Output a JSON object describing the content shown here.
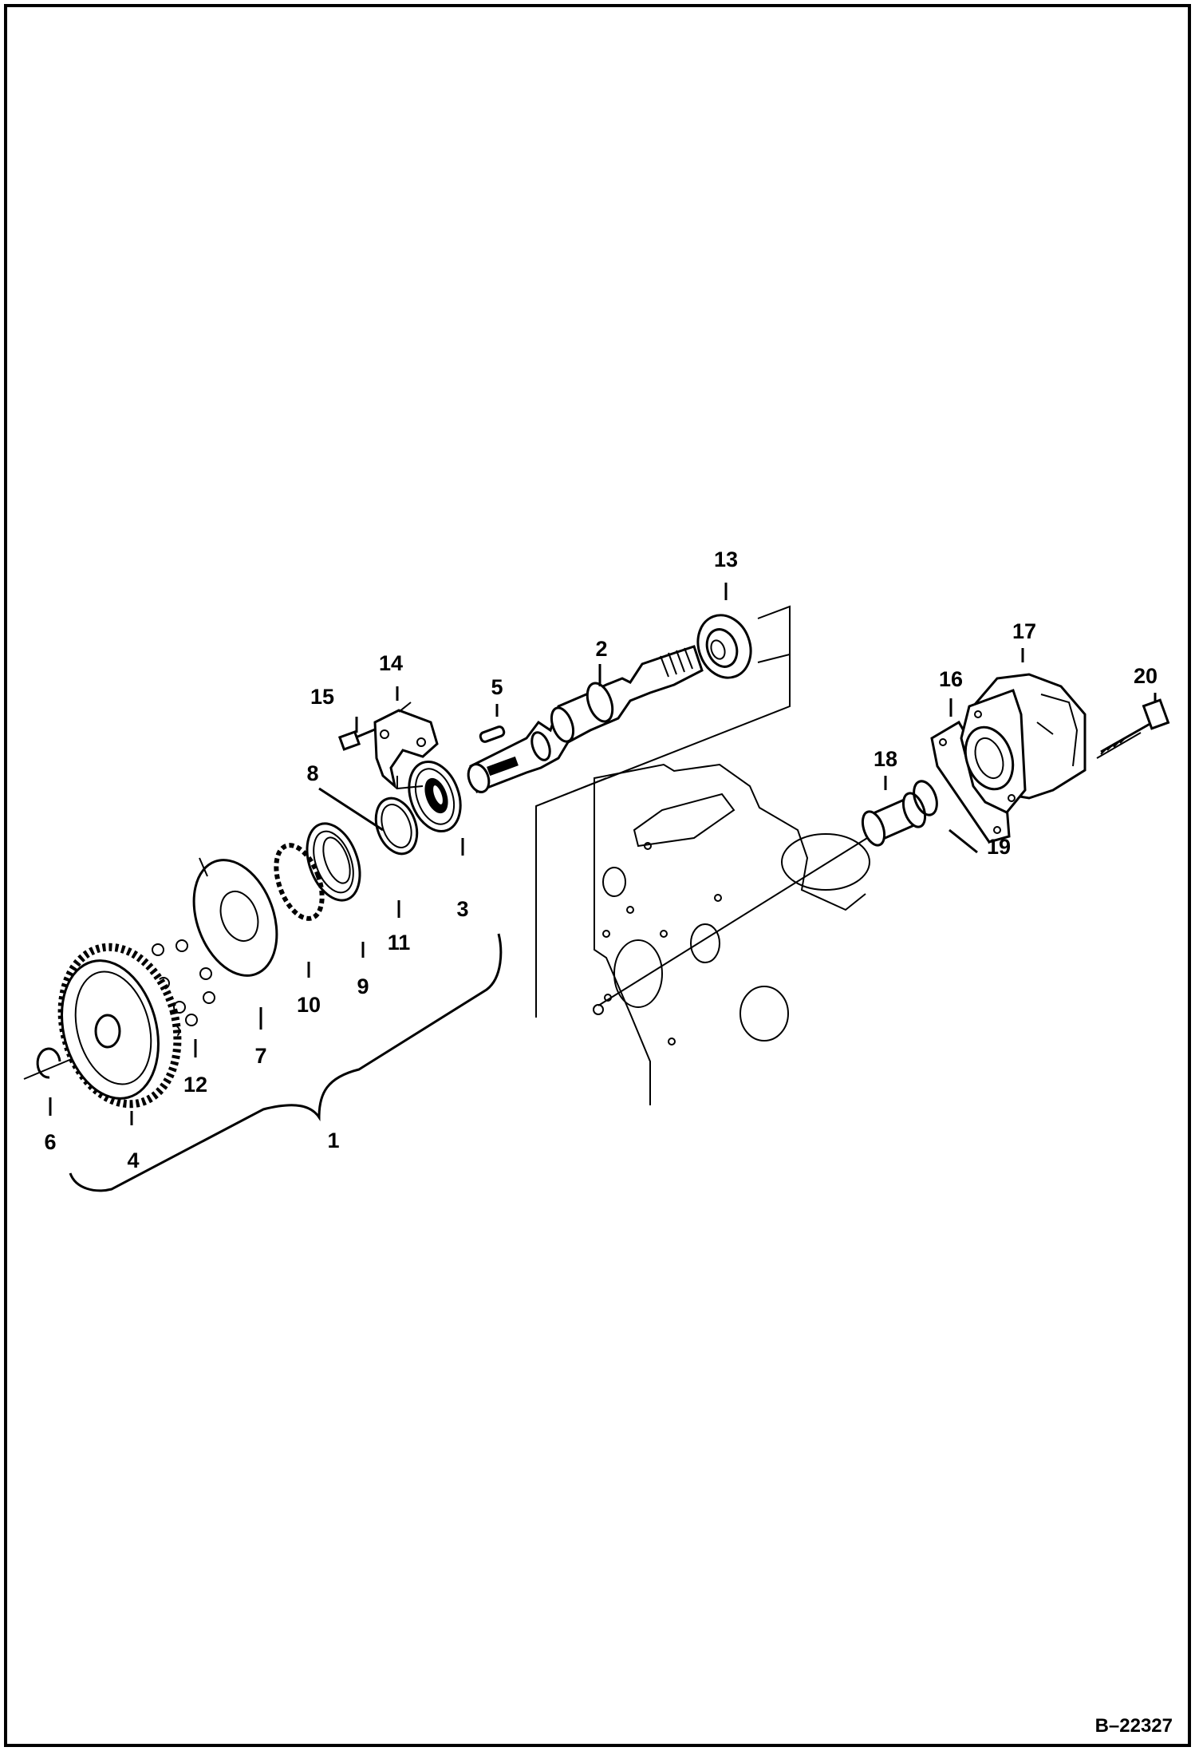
{
  "drawing": {
    "document_id": "B–22327",
    "callouts": [
      {
        "id": "c1",
        "text": "1"
      },
      {
        "id": "c2",
        "text": "2"
      },
      {
        "id": "c3",
        "text": "3"
      },
      {
        "id": "c4",
        "text": "4"
      },
      {
        "id": "c5",
        "text": "5"
      },
      {
        "id": "c6",
        "text": "6"
      },
      {
        "id": "c7",
        "text": "7"
      },
      {
        "id": "c8",
        "text": "8"
      },
      {
        "id": "c9",
        "text": "9"
      },
      {
        "id": "c10",
        "text": "10"
      },
      {
        "id": "c11",
        "text": "11"
      },
      {
        "id": "c12",
        "text": "12"
      },
      {
        "id": "c13",
        "text": "13"
      },
      {
        "id": "c14",
        "text": "14"
      },
      {
        "id": "c15",
        "text": "15"
      },
      {
        "id": "c16",
        "text": "16"
      },
      {
        "id": "c17",
        "text": "17"
      },
      {
        "id": "c18",
        "text": "18"
      },
      {
        "id": "c19",
        "text": "19"
      },
      {
        "id": "c20",
        "text": "20"
      }
    ]
  }
}
